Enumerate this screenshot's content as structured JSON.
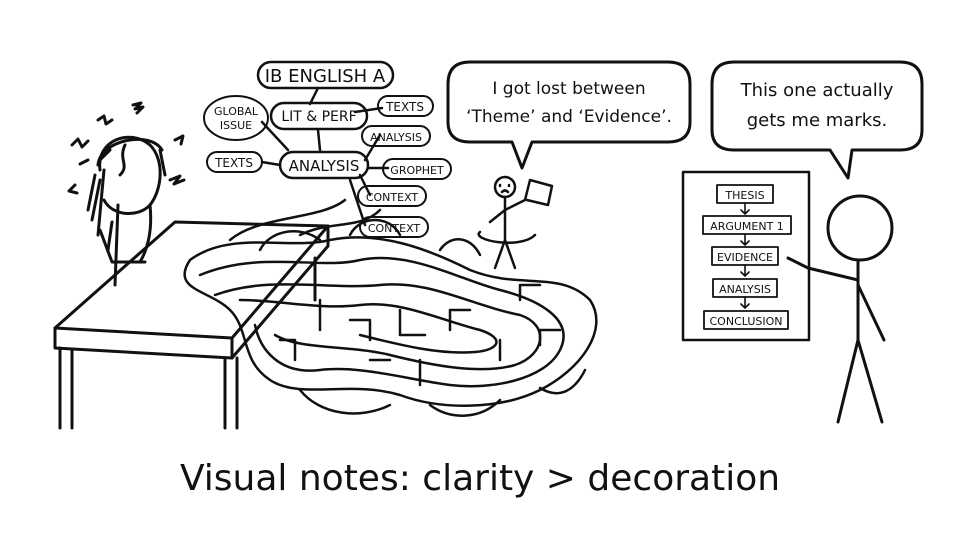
{
  "mindmap": {
    "root": "IB ENGLISH A",
    "nodes": [
      "LIT & PERF",
      "TEXTS",
      "GLOBAL",
      "ISSUE",
      "TEXTS",
      "ANALYSIS",
      "ANALYSIS",
      "GROPHET",
      "CONTEXT",
      "CONTEXT"
    ]
  },
  "speech": {
    "lost_line1": "I got lost between",
    "lost_line2": "‘Theme’ and ‘Evidence’.",
    "marks_line1": "This one actually",
    "marks_line2": "gets me marks."
  },
  "flowchart": {
    "steps": [
      "THESIS",
      "ARGUMENT 1",
      "EVIDENCE",
      "ANALYSIS",
      "CONCLUSION"
    ]
  },
  "caption": "Visual notes: clarity > decoration",
  "colors": {
    "ink": "#111111",
    "paper": "#ffffff"
  }
}
